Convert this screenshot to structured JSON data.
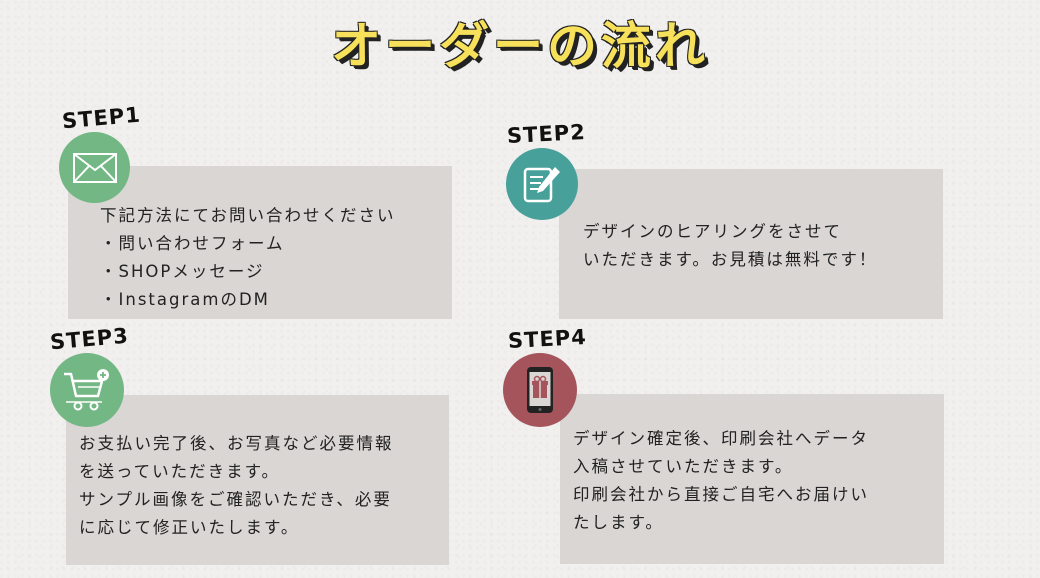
{
  "title": "オーダーの流れ",
  "colors": {
    "title_fill": "#f7e15a",
    "step1_circle": "#72b784",
    "step2_circle": "#48a09a",
    "step3_circle": "#72b784",
    "step4_circle": "#a6545c",
    "box": "#d9d6d4"
  },
  "steps": [
    {
      "label": "STEP1",
      "icon": "mail-icon",
      "lines": [
        "下記方法にてお問い合わせください",
        "・問い合わせフォーム",
        "・SHOPメッセージ",
        "・InstagramのDM"
      ]
    },
    {
      "label": "STEP2",
      "icon": "notepad-pencil-icon",
      "lines": [
        "デザインのヒアリングをさせて",
        "いただきます。お見積は無料です！"
      ]
    },
    {
      "label": "STEP3",
      "icon": "shopping-cart-add-icon",
      "lines": [
        "お支払い完了後、お写真など必要情報",
        "を送っていただきます。",
        "サンプル画像をご確認いただき、必要",
        "に応じて修正いたします。"
      ]
    },
    {
      "label": "STEP4",
      "icon": "phone-gift-icon",
      "lines": [
        "デザイン確定後、印刷会社へデータ",
        "入稿させていただきます。",
        "印刷会社から直接ご自宅へお届けい",
        "たします。"
      ]
    }
  ]
}
